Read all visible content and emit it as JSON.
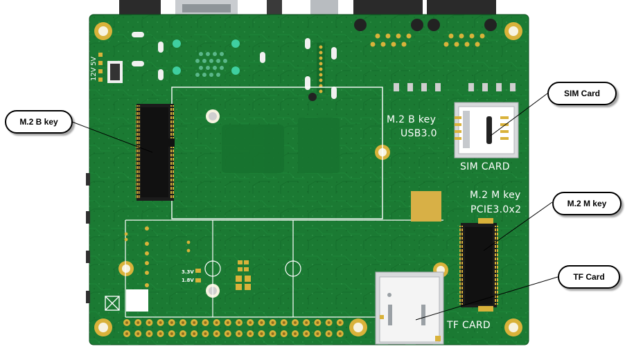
{
  "board": {
    "pcb_color": "#1b7a33",
    "pcb_dark": "#136326",
    "silkscreen_color": "#ffffff",
    "gold_color": "#d9b23a",
    "silkscreen": {
      "mb_key_line1": "M.2 B key",
      "mb_key_line2": "USB3.0",
      "sim_card": "SIM CARD",
      "mm_key_line1": "M.2 M key",
      "mm_key_line2": "PCIE3.0x2",
      "tf_card": "TF CARD",
      "power_12v": "12V",
      "power_5v": "5V",
      "v33": "3.3V",
      "v18": "1.8V"
    }
  },
  "callouts": {
    "mb_key": "M.2 B key",
    "sim_card": "SIM Card",
    "mm_key": "M.2 M key",
    "tf_card": "TF Card"
  }
}
